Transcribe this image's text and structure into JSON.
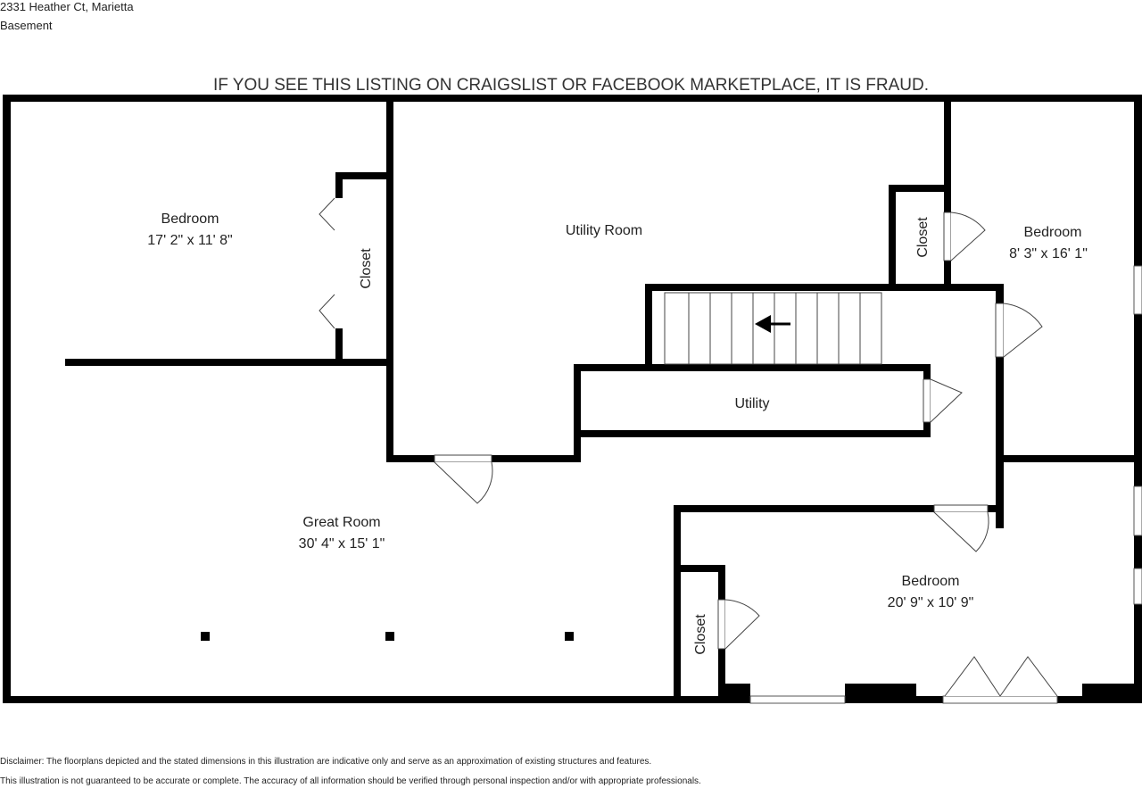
{
  "header": {
    "address": "2331 Heather Ct, Marietta",
    "floor": "Basement"
  },
  "watermark": "IF YOU SEE THIS LISTING ON CRAIGSLIST OR FACEBOOK MARKETPLACE, IT IS FRAUD.",
  "rooms": {
    "bedroom_left": {
      "name": "Bedroom",
      "dims": "17' 2\" x 11' 8\""
    },
    "closet_left": {
      "name": "Closet"
    },
    "utility_room": {
      "name": "Utility Room"
    },
    "closet_right": {
      "name": "Closet"
    },
    "bedroom_right": {
      "name": "Bedroom",
      "dims": "8' 3\" x 16' 1\""
    },
    "utility": {
      "name": "Utility"
    },
    "great_room": {
      "name": "Great Room",
      "dims": "30' 4\" x 15' 1\""
    },
    "bedroom_bottom": {
      "name": "Bedroom",
      "dims": "20' 9\" x 10' 9\""
    },
    "closet_bottom": {
      "name": "Closet"
    }
  },
  "disclaimer": {
    "line1": "Disclaimer: The floorplans depicted and the stated dimensions in this illustration are indicative only and serve as an approximation of existing structures and features.",
    "line2": "This illustration is not guaranteed to be accurate or complete. The accuracy of all information should be verified through personal inspection and/or with appropriate professionals."
  },
  "colors": {
    "wall": "#000000",
    "background": "#ffffff"
  }
}
